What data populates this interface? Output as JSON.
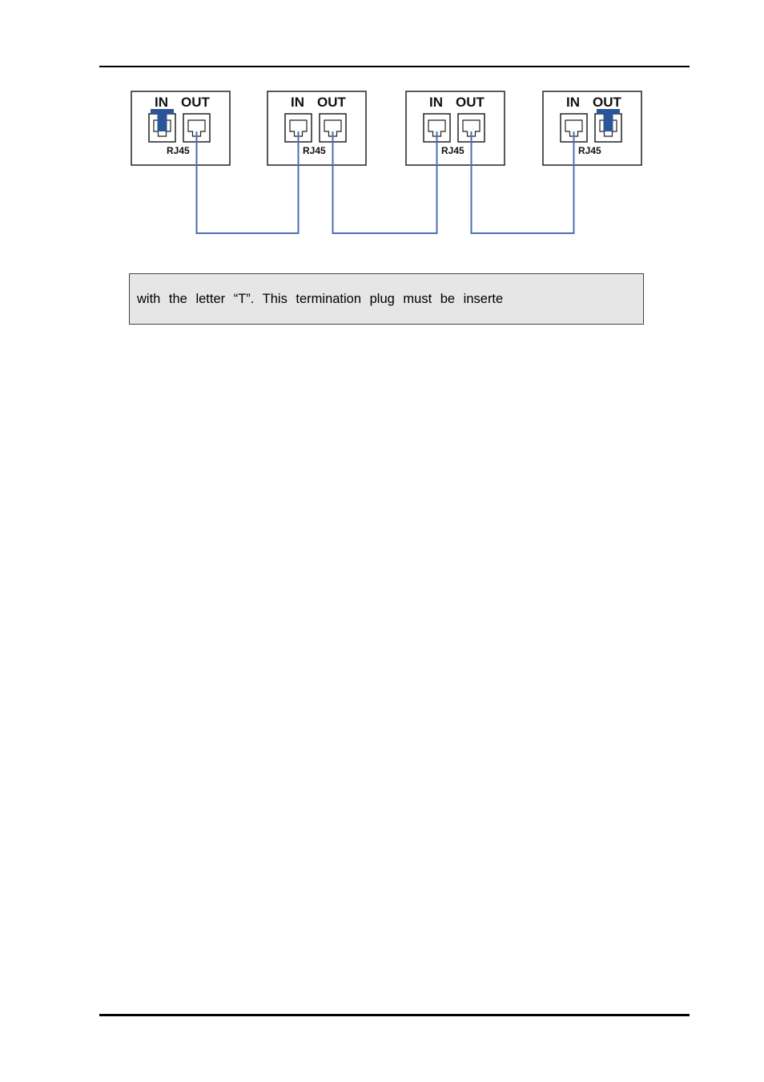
{
  "diagram": {
    "units": [
      {
        "in_label": "IN",
        "out_label": "OUT",
        "port_label": "RJ45",
        "terminated_port": "in"
      },
      {
        "in_label": "IN",
        "out_label": "OUT",
        "port_label": "RJ45",
        "terminated_port": "none"
      },
      {
        "in_label": "IN",
        "out_label": "OUT",
        "port_label": "RJ45",
        "terminated_port": "none"
      },
      {
        "in_label": "IN",
        "out_label": "OUT",
        "port_label": "RJ45",
        "terminated_port": "out"
      }
    ],
    "cable_color": "#4a6fb3",
    "plug_color": "#2a5598"
  },
  "note": {
    "text": "with the letter “T”. This termination plug must be inserte"
  }
}
